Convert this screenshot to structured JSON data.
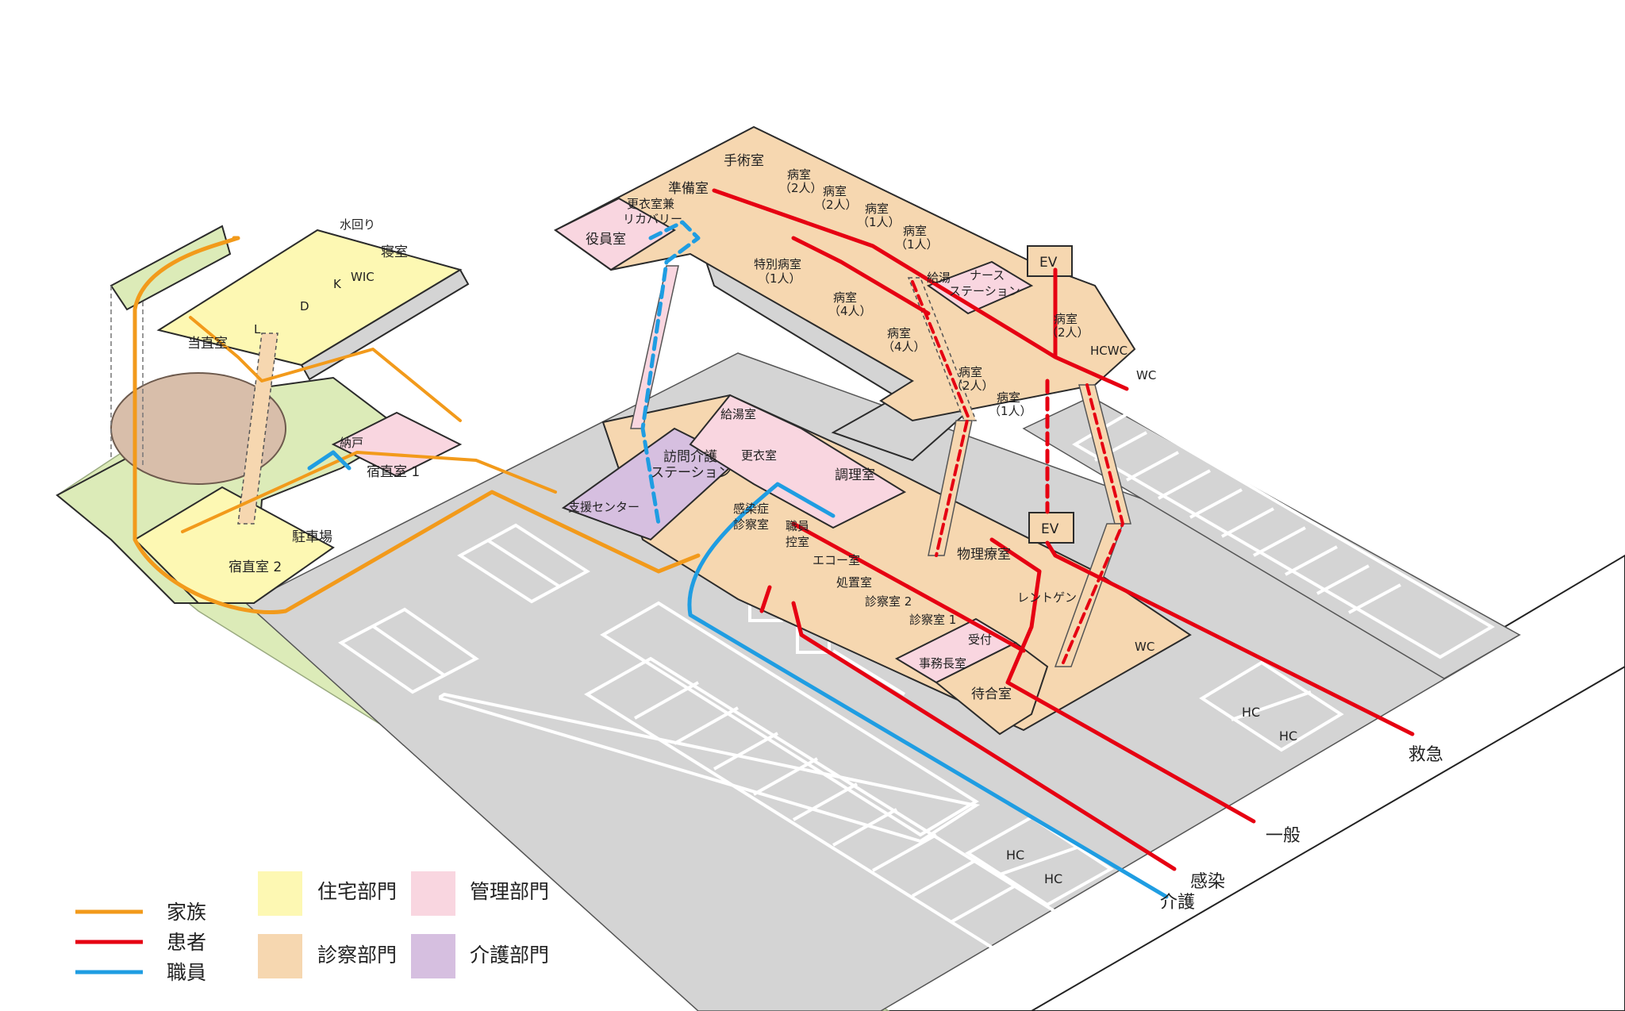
{
  "colors": {
    "family": "#f29a1b",
    "patient": "#e60012",
    "staff": "#1f9de2",
    "housing": "#fdf8b3",
    "clinic": "#f6d7b0",
    "admin": "#f9d6e0",
    "care": "#d6bfe0",
    "ground": "#d4d4d4",
    "grass": "#dcebb8",
    "road": "#ffffff"
  },
  "legend": {
    "routes": [
      {
        "label": "家族",
        "color": "#f29a1b"
      },
      {
        "label": "患者",
        "color": "#e60012"
      },
      {
        "label": "職員",
        "color": "#1f9de2"
      }
    ],
    "departments": [
      {
        "label": "住宅部門",
        "color": "#fdf8b3"
      },
      {
        "label": "管理部門",
        "color": "#f9d6e0"
      },
      {
        "label": "診察部門",
        "color": "#f6d7b0"
      },
      {
        "label": "介護部門",
        "color": "#d6bfe0"
      }
    ]
  },
  "rooms": {
    "surgery": "手術室",
    "prep": "準備室",
    "changing_recovery_1": "更衣室兼",
    "changing_recovery_2": "リカバリー",
    "executive": "役員室",
    "ward_2p_a_1": "病室",
    "ward_2p_a_2": "（2人）",
    "ward_2p_b_1": "病室",
    "ward_2p_b_2": "（2人）",
    "ward_1p_a_1": "病室",
    "ward_1p_a_2": "（1人）",
    "ward_1p_b_1": "病室",
    "ward_1p_b_2": "（1人）",
    "special_ward_1": "特別病室",
    "special_ward_2": "（1人）",
    "ward_4p_a_1": "病室",
    "ward_4p_a_2": "（4人）",
    "ward_4p_b_1": "病室",
    "ward_4p_b_2": "（4人）",
    "kyuto": "給湯",
    "nurse_1": "ナース",
    "nurse_2": "ステーション",
    "ev_upper": "EV",
    "ward_2p_c_1": "病室",
    "ward_2p_c_2": "（2人）",
    "hcwc_upper": "HCWC",
    "wc_upper": "WC",
    "ward_2p_d_1": "病室",
    "ward_2p_d_2": "（2人）",
    "ward_1p_c_1": "病室",
    "ward_1p_c_2": "（1人）",
    "water": "水回り",
    "bedroom": "寝室",
    "wic": "WIC",
    "kitchen": "K",
    "dining": "D",
    "living": "L",
    "duty_room": "当直室",
    "storage": "納戸",
    "night_room_1": "宿直室 1",
    "night_room_2": "宿直室 2",
    "parking_label": "駐車場",
    "kyuto_room": "給湯室",
    "visit_care_1": "訪問介護",
    "visit_care_2": "ステーション",
    "locker": "更衣室",
    "support_center": "支援センター",
    "kitchen_room": "調理室",
    "infection_1": "感染症",
    "infection_2": "診察室",
    "staff_rest_1": "職員",
    "staff_rest_2": "控室",
    "echo": "エコー室",
    "treatment": "処置室",
    "exam_2": "診察室 2",
    "exam_1": "診察室 1",
    "physio": "物理療室",
    "ev_lower": "EV",
    "xray": "レントゲン",
    "reception": "受付",
    "wc_lower": "WC",
    "office_chief": "事務長室",
    "waiting": "待合室"
  },
  "lots": {
    "hc1": "HC",
    "hc2": "HC",
    "hc3": "HC",
    "hc4": "HC"
  },
  "entrances": {
    "emergency": "救急",
    "general": "一般",
    "infection": "感染",
    "care": "介護"
  }
}
